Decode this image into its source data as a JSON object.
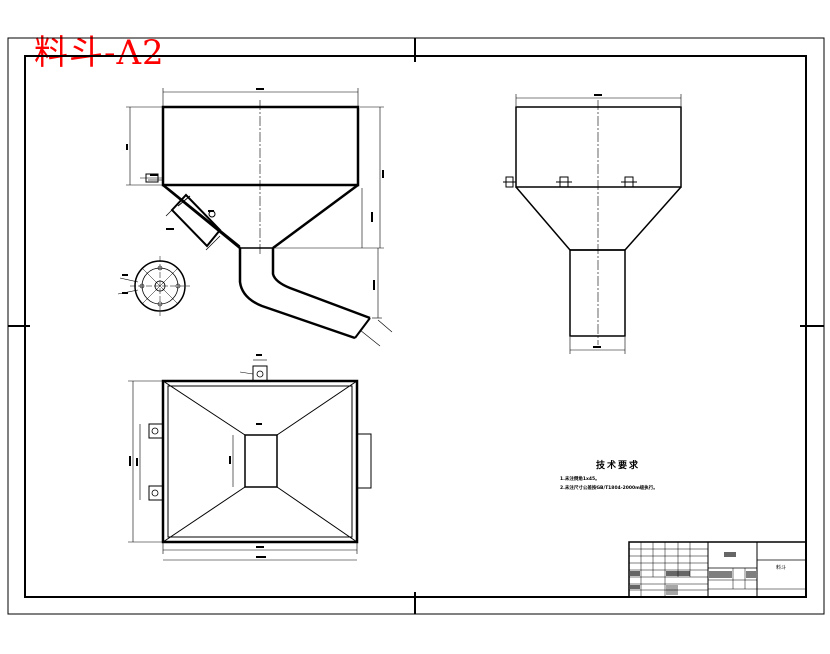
{
  "title": "料斗-A2",
  "colors": {
    "title": "#ff0000",
    "line": "#000000",
    "center_line": "#000000"
  },
  "technical_requirements": {
    "heading": "技术要求",
    "notes": [
      "1.未注倒角1x45。",
      "2.未注尺寸公差按GB/T1804-2000m级执行。"
    ]
  },
  "title_block": {
    "part_name": "料斗"
  }
}
